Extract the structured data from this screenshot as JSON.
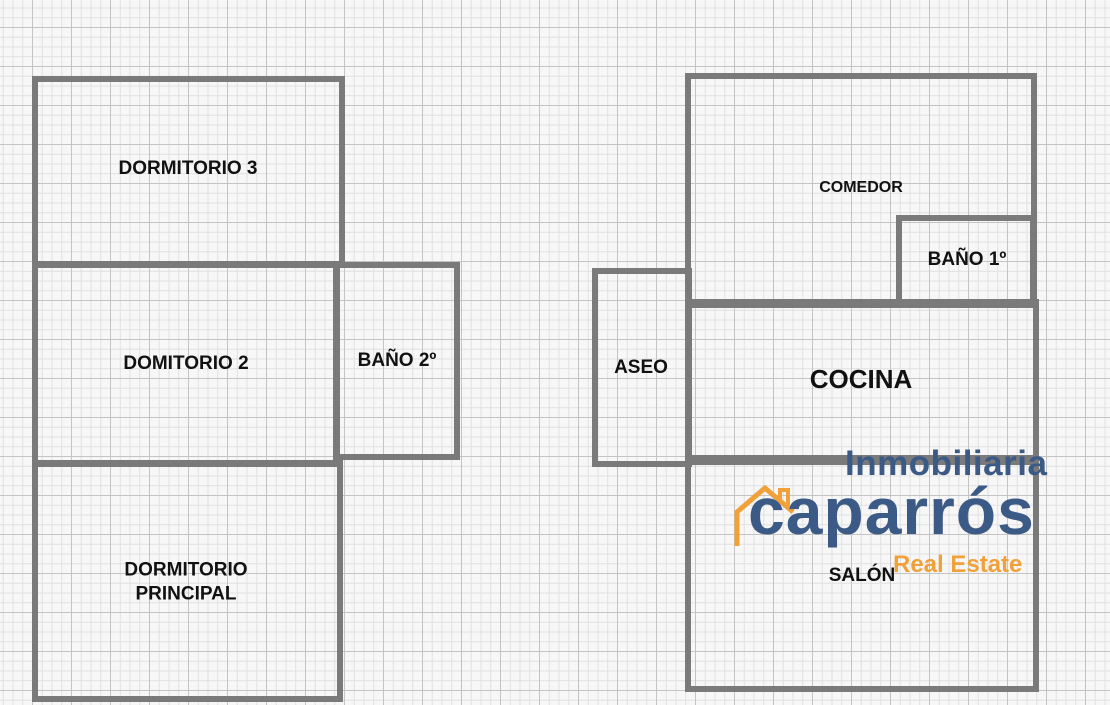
{
  "rooms": {
    "dormitorio3": "DORMITORIO 3",
    "dormitorio2": "DOMITORIO 2",
    "bano2": "BAÑO 2º",
    "dormitorio_principal_line1": "DORMITORIO",
    "dormitorio_principal_line2": "PRINCIPAL",
    "aseo": "ASEO",
    "comedor": "COMEDOR",
    "bano1": "BAÑO 1º",
    "cocina": "COCINA",
    "salon": "SALÓN"
  },
  "watermark": {
    "line1": "Inmobiliaria",
    "brand": "caparrós",
    "tagline": "Real Estate",
    "icon": "house-outline-icon",
    "colors": {
      "primary": "#3c5a86",
      "accent": "#f0a13a"
    }
  },
  "colors": {
    "wall": "#7a7a7a",
    "grid_major": "#c4c4c4",
    "grid_minor": "#e0e0e0"
  }
}
